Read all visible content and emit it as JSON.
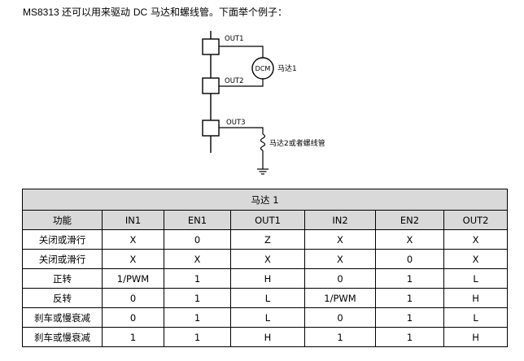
{
  "intro": {
    "prefix": "MS8313 ",
    "text_a": "还可以用来驱动 ",
    "dc": "DC",
    "text_b": " 马达和螺线管。下面举个例子："
  },
  "diagram": {
    "out1": "OUT1",
    "out2": "OUT2",
    "out3": "OUT3",
    "dcm": "DCM",
    "motor1": "马达1",
    "motor2": "马达2或者螺线管"
  },
  "table": {
    "title": "马达 1",
    "headers": [
      "功能",
      "IN1",
      "EN1",
      "OUT1",
      "IN2",
      "EN2",
      "OUT2"
    ],
    "rows": [
      [
        "关闭或滑行",
        "X",
        "0",
        "Z",
        "X",
        "X",
        "X"
      ],
      [
        "关闭或滑行",
        "X",
        "X",
        "X",
        "X",
        "0",
        "X"
      ],
      [
        "正转",
        "1/PWM",
        "1",
        "H",
        "0",
        "1",
        "L"
      ],
      [
        "反转",
        "0",
        "1",
        "L",
        "1/PWM",
        "1",
        "H"
      ],
      [
        "刹车或慢衰减",
        "0",
        "1",
        "L",
        "0",
        "1",
        "L"
      ],
      [
        "刹车或慢衰减",
        "1",
        "1",
        "H",
        "1",
        "1",
        "H"
      ]
    ]
  }
}
